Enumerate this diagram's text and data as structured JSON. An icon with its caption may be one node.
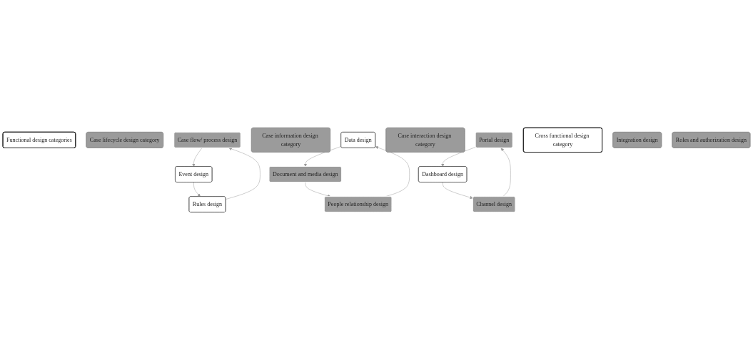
{
  "diagram": {
    "nodes": [
      {
        "text": [
          "Functional design categories"
        ]
      },
      {
        "text": [
          "Case lifecycle design category"
        ]
      },
      {
        "text": [
          "Case flow/ process design"
        ]
      },
      {
        "text": [
          "Event design"
        ]
      },
      {
        "text": [
          "Rules design"
        ]
      },
      {
        "text": [
          "Case information design category"
        ]
      },
      {
        "text": [
          "Data design"
        ]
      },
      {
        "text": [
          "Document and media design"
        ]
      },
      {
        "text": [
          "People relationship design"
        ]
      },
      {
        "text": [
          "Case interaction design category"
        ]
      },
      {
        "text": [
          "Portal design"
        ]
      },
      {
        "text": [
          "Dashboard design"
        ]
      },
      {
        "text": [
          "Channel design"
        ]
      },
      {
        "text": [
          "Cross functional design category"
        ]
      },
      {
        "text": [
          "Integration design"
        ]
      },
      {
        "text": [
          "Roles and authorization design"
        ]
      }
    ],
    "edges": [
      {
        "from": 2,
        "to": 3,
        "arrow": "to"
      },
      {
        "from": 3,
        "to": 4,
        "arrow": "to"
      },
      {
        "from": 4,
        "to": 2,
        "arrow": "to"
      },
      {
        "from": 6,
        "to": 7,
        "arrow": "to"
      },
      {
        "from": 7,
        "to": 8,
        "arrow": "to"
      },
      {
        "from": 8,
        "to": 6,
        "arrow": "to"
      },
      {
        "from": 10,
        "to": 11,
        "arrow": "to"
      },
      {
        "from": 11,
        "to": 12,
        "arrow": "to"
      },
      {
        "from": 12,
        "to": 10,
        "arrow": "to"
      }
    ]
  }
}
